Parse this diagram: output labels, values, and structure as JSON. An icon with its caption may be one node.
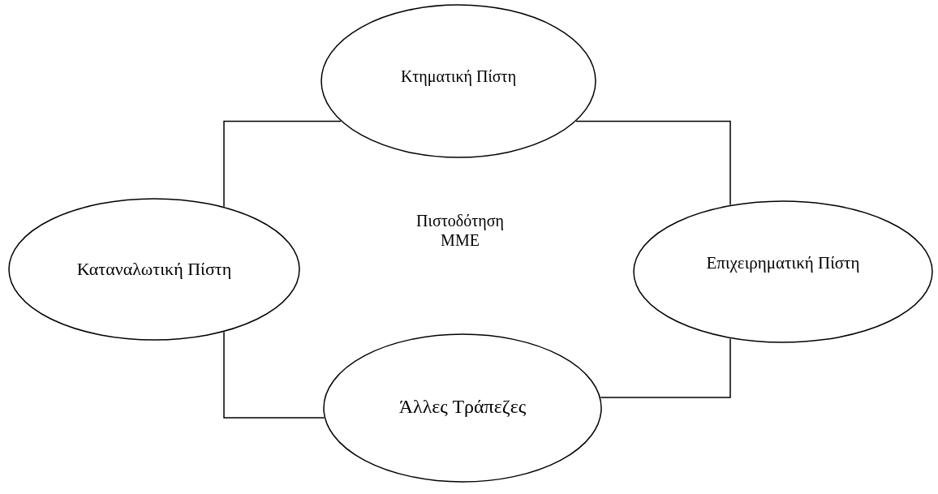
{
  "diagram": {
    "nodes": [
      {
        "text": [
          "Κτηματική Πίστη"
        ]
      },
      {
        "text": [
          "Καταναλωτική Πίστη"
        ]
      },
      {
        "text": [
          "Επιχειρηματική Πίστη"
        ]
      },
      {
        "text": [
          "Άλλες Τράπεζες"
        ]
      }
    ],
    "edges": [
      {
        "from": 0,
        "to": 1,
        "arrow": "none"
      },
      {
        "from": 0,
        "to": 2,
        "arrow": "none"
      },
      {
        "from": 2,
        "to": 3,
        "arrow": "none"
      },
      {
        "from": 1,
        "to": 3,
        "arrow": "none"
      }
    ],
    "labels": [
      "Πιστοδότηση ΜΜΕ"
    ]
  }
}
